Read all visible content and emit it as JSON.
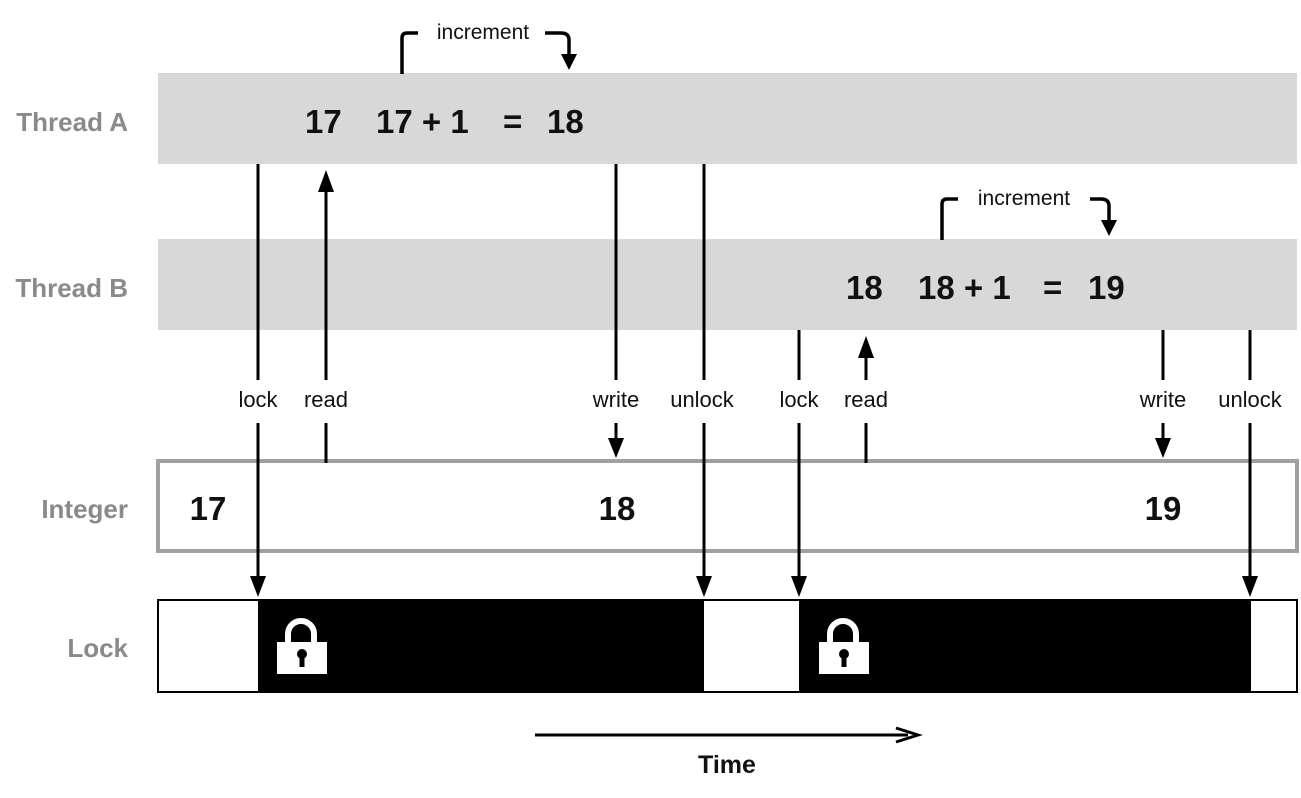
{
  "rows": {
    "thread_a": "Thread A",
    "thread_b": "Thread B",
    "integer": "Integer",
    "lock": "Lock"
  },
  "thread_a": {
    "read_value": "17",
    "expr": "17 + 1",
    "equals": "=",
    "result": "18",
    "increment_label": "increment"
  },
  "thread_b": {
    "read_value": "18",
    "expr": "18 + 1",
    "equals": "=",
    "result": "19",
    "increment_label": "increment"
  },
  "events": {
    "lock_1": "lock",
    "read_1": "read",
    "write_1": "write",
    "unlock_1": "unlock",
    "lock_2": "lock",
    "read_2": "read",
    "write_2": "write",
    "unlock_2": "unlock"
  },
  "integer_values": {
    "initial": "17",
    "after_a": "18",
    "after_b": "19"
  },
  "lock_icons": [
    "padlock-icon",
    "padlock-icon"
  ],
  "axis": {
    "time_label": "Time"
  },
  "colors": {
    "thread_band": "#d8d8d8",
    "integer_border": "#a0a0a0",
    "lock_held": "#000000",
    "label_gray": "#8a8a8a"
  }
}
